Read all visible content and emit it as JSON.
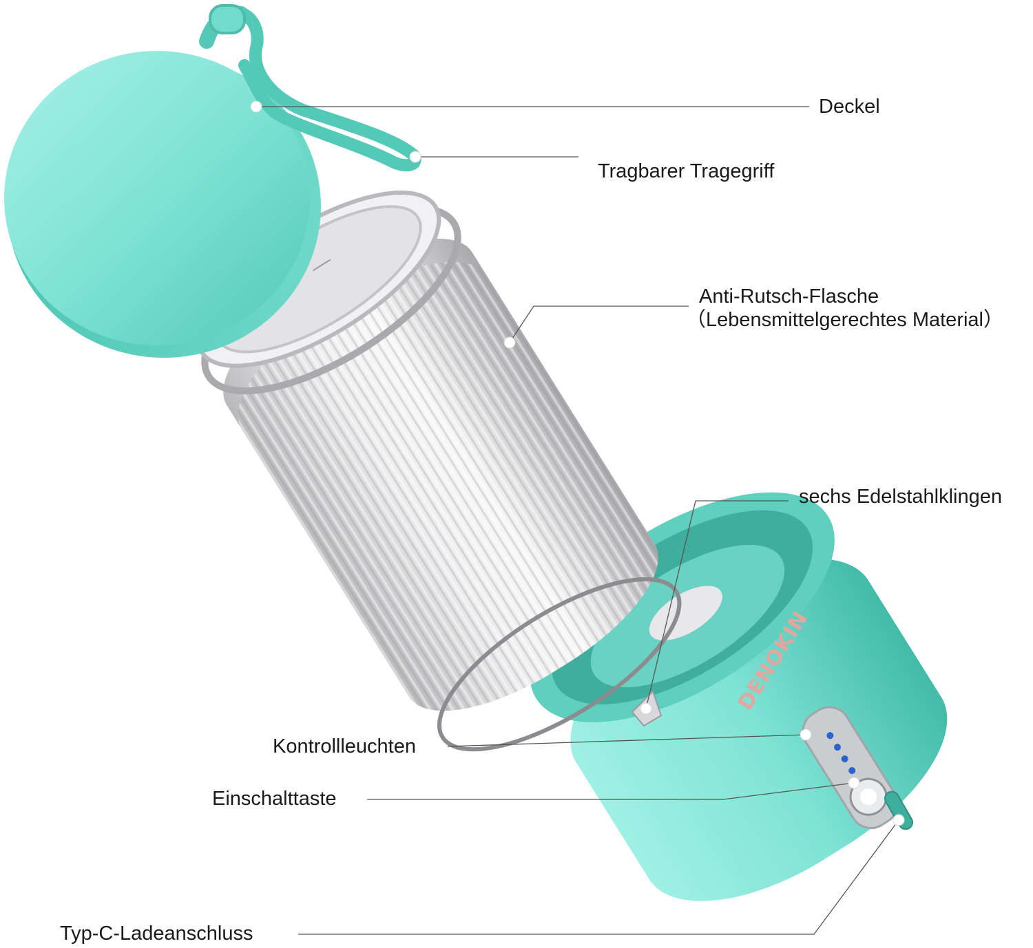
{
  "product": {
    "brand": "DENOKIN",
    "body_color": "#7fe3d4",
    "body_shade": "#4fc7b6",
    "bottle_color": "#d7d7d9",
    "indicator_color": "#2a63c9",
    "brand_color": "#e3a7a1"
  },
  "callouts": {
    "deckel": "Deckel",
    "tragegriff": "Tragbarer Tragegriff",
    "flasche_line1": "Anti-Rutsch-Flasche",
    "flasche_line2": "（Lebensmittelgerechtes Material）",
    "klingen": "sechs Edelstahlklingen",
    "kontrollleuchten": "Kontrollleuchten",
    "einschalttaste": "Einschalttaste",
    "ladeanschluss": "Typ-C-Ladeanschluss"
  }
}
